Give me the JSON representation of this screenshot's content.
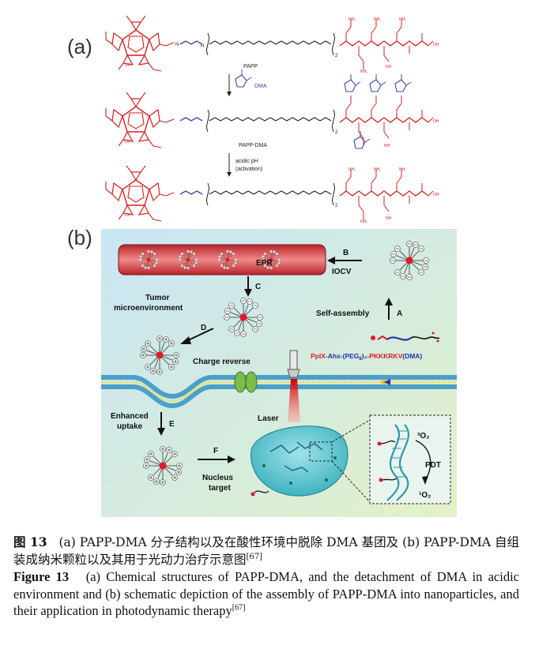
{
  "panel_a": {
    "label": "(a)",
    "molecules": [
      "PAPP",
      "PAPP-DMA",
      ""
    ],
    "steps": [
      {
        "reagent": "DMA",
        "condition": ""
      },
      {
        "reagent": "",
        "condition": "acidic pH\n(activation)"
      }
    ],
    "labels": {
      "nh2": "NH₂",
      "nh": "NH",
      "oh": "OH",
      "cooh": "COOH",
      "sub2": "2",
      "n": "N"
    }
  },
  "panel_b": {
    "label": "(b)",
    "texts": {
      "epr": "EPR",
      "iocv": "IOCV",
      "b": "B",
      "c": "C",
      "a": "A",
      "d": "D",
      "e": "E",
      "f": "F",
      "tumor": "Tumor",
      "micro": "microenvironment",
      "self_assembly": "Self-assembly",
      "charge_reverse": "Charge reverse",
      "enhanced": "Enhanced",
      "uptake": "uptake",
      "laser": "Laser",
      "nucleus": "Nucleus",
      "target": "target",
      "pdt": "PDT",
      "o2_triplet": "³O₂",
      "o2_singlet": "¹O₂",
      "formula_ppix": "PpIX",
      "formula_mid": "-Ahx-(PEG",
      "formula_sub": "8",
      "formula_end": ")₂-",
      "formula_pep": "PKKKRKV",
      "formula_dma": "(DMA)"
    }
  },
  "caption": {
    "zh_label": "图 13",
    "zh_text": "(a) PAPP-DMA 分子结构以及在酸性环境中脱除 DMA 基团及 (b) PAPP-DMA 自组装成纳米颗粒以及其用于光动力治疗示意图",
    "zh_ref": "[67]",
    "en_label": "Figure 13",
    "en_text": "(a) Chemical structures of PAPP-DMA, and the detachment of DMA in acidic environment and (b) schematic depiction of the assembly of PAPP-DMA into nanoparticles, and their application in photodynamic therapy",
    "en_ref": "[67]"
  }
}
